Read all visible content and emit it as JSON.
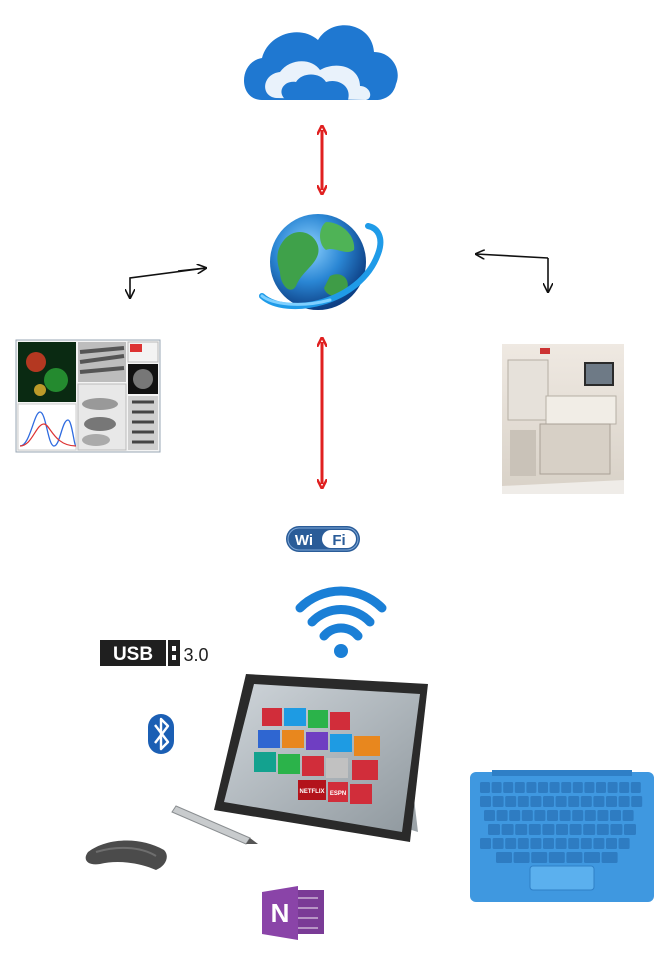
{
  "badges": {
    "wifi_left": "Wi",
    "wifi_right": "Fi",
    "usb_main": "USB",
    "usb_version": "3.0"
  },
  "onenote": {
    "letter": "N"
  },
  "tablet_tiles": {
    "netflix": "NETFLIX",
    "espn": "ESPN"
  },
  "colors": {
    "cloud": "#1f78d1",
    "link_arrow": "#e02020",
    "flow_arrow": "#111111",
    "wifi_signal": "#1a7fd6",
    "wifi_badge": "#2a5c98",
    "bluetooth": "#1b5fb4",
    "onenote": "#7a3b96",
    "keyboard": "#4aa3e8"
  }
}
